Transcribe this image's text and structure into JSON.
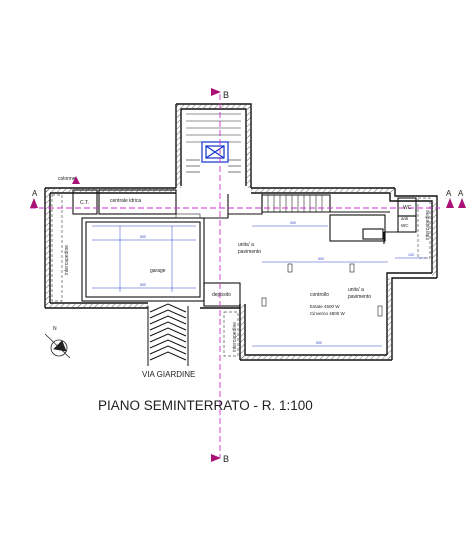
{
  "drawing": {
    "title": "PIANO SEMINTERRATO  - R. 1:100",
    "section_markers": {
      "b_top": "B",
      "b_bottom": "B",
      "a_left": "A",
      "a_right_1": "A",
      "a_right_2": "A"
    },
    "rooms": {
      "colonne": "colonne",
      "ct": "C.T.",
      "centrale_idrica": "centrale idrica",
      "garage": "garage",
      "deposito": "deposito",
      "unita_a_pavimento_1": [
        "unita' a",
        "pavimento"
      ],
      "unita_a_pavimento_2": [
        "unita' a",
        "pavimento"
      ],
      "controllo": "controllo",
      "estate": "Estate    4500 W",
      "inverno": "Cinverno  4800 W",
      "wc_1": "WC",
      "wc_2": "WC",
      "anti": "anti",
      "intercapedine_left": "intercapedine",
      "intercapedine_mid": "intercapedine",
      "intercapedine_right": "intercapedine",
      "via_giardine": "VIA GIARDINE"
    },
    "north_label": "N",
    "colors": {
      "wall": "#111111",
      "hatch": "#333333",
      "section_line": "#cc33cc",
      "dimension": "#3344cc",
      "elevator": "#1133cc"
    }
  }
}
